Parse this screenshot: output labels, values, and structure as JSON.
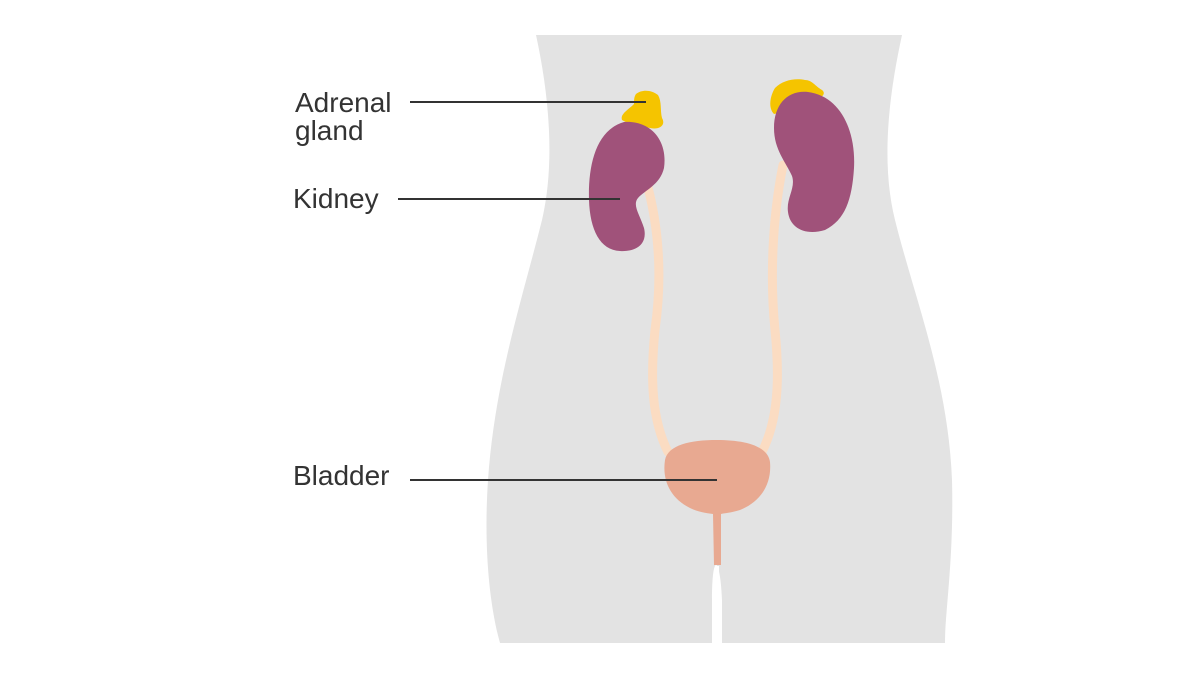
{
  "labels": {
    "adrenal_line1": "Adrenal",
    "adrenal_line2": "gland",
    "kidney": "Kidney",
    "bladder": "Bladder"
  },
  "colors": {
    "body": "#e3e3e3",
    "kidney": "#a0527a",
    "adrenal": "#f5c400",
    "ureter": "#fbdcc2",
    "bladder": "#e8a991",
    "text": "#333333",
    "background": "#ffffff"
  }
}
